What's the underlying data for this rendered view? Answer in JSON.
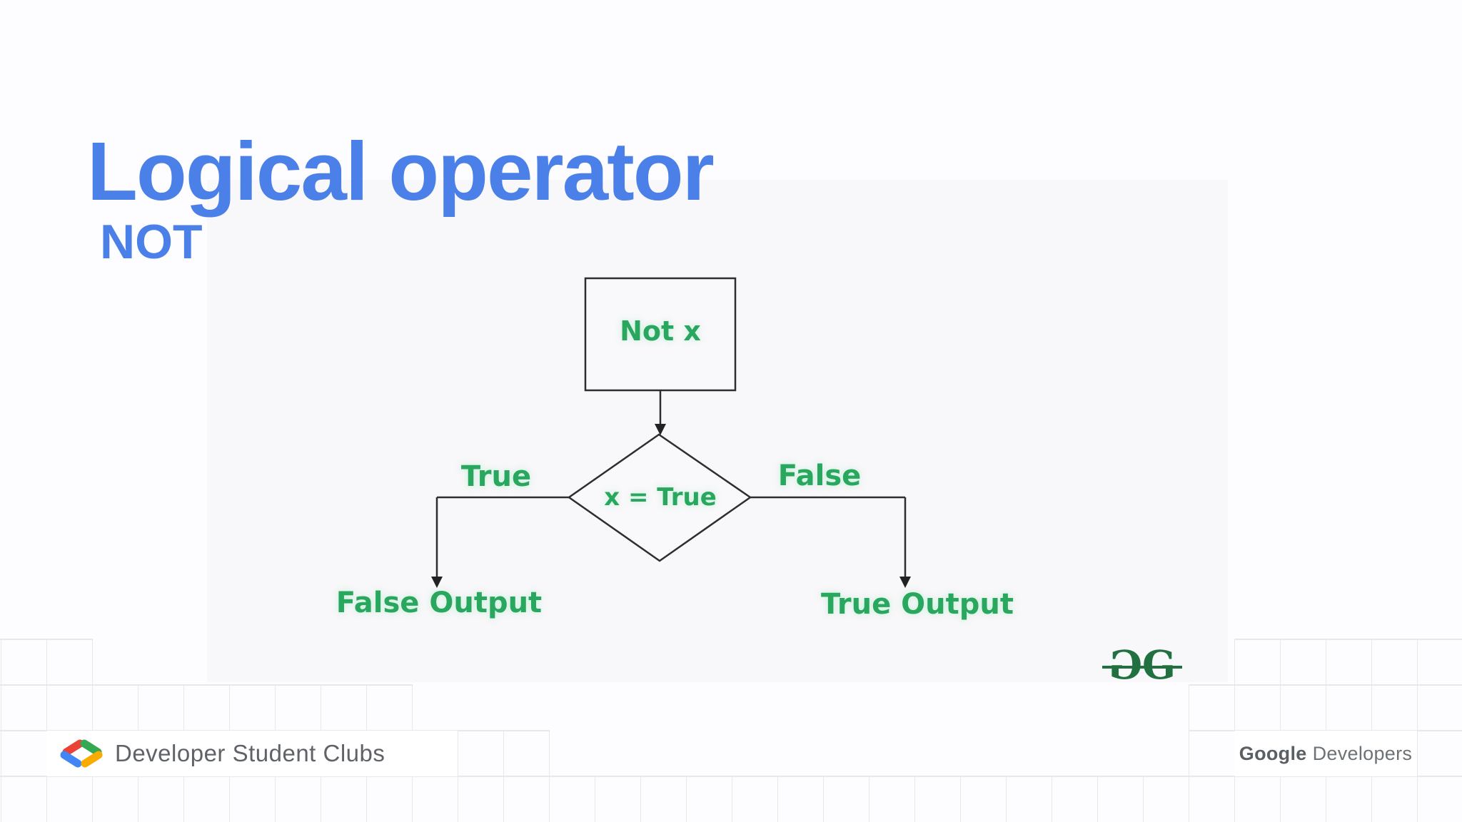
{
  "slide": {
    "title": "Logical operator",
    "subtitle": "NOT",
    "accent_color": "#4b80e8",
    "background_color": "#fdfcfe"
  },
  "flowchart": {
    "process_label": "Not x",
    "decision_label": "x = True",
    "branch_left_label": "True",
    "branch_right_label": "False",
    "output_left_label": "False Output",
    "output_right_label": "True Output",
    "text_color": "#2aa75f",
    "connector_color": "#2e2e2e"
  },
  "watermark": {
    "left_glyph": "G",
    "right_glyph": "G",
    "color": "#20713f"
  },
  "footer": {
    "left_brand": "Developer Student Clubs",
    "right_brand_name": "Google",
    "right_brand_suffix": "Developers",
    "text_color": "#5f6368",
    "icon_colors": {
      "red": "#EA4335",
      "blue": "#4285F4",
      "green": "#34A853",
      "yellow": "#F9AB00"
    }
  },
  "grid": {
    "line_color": "#e8e6ee",
    "cell_size": 64
  }
}
